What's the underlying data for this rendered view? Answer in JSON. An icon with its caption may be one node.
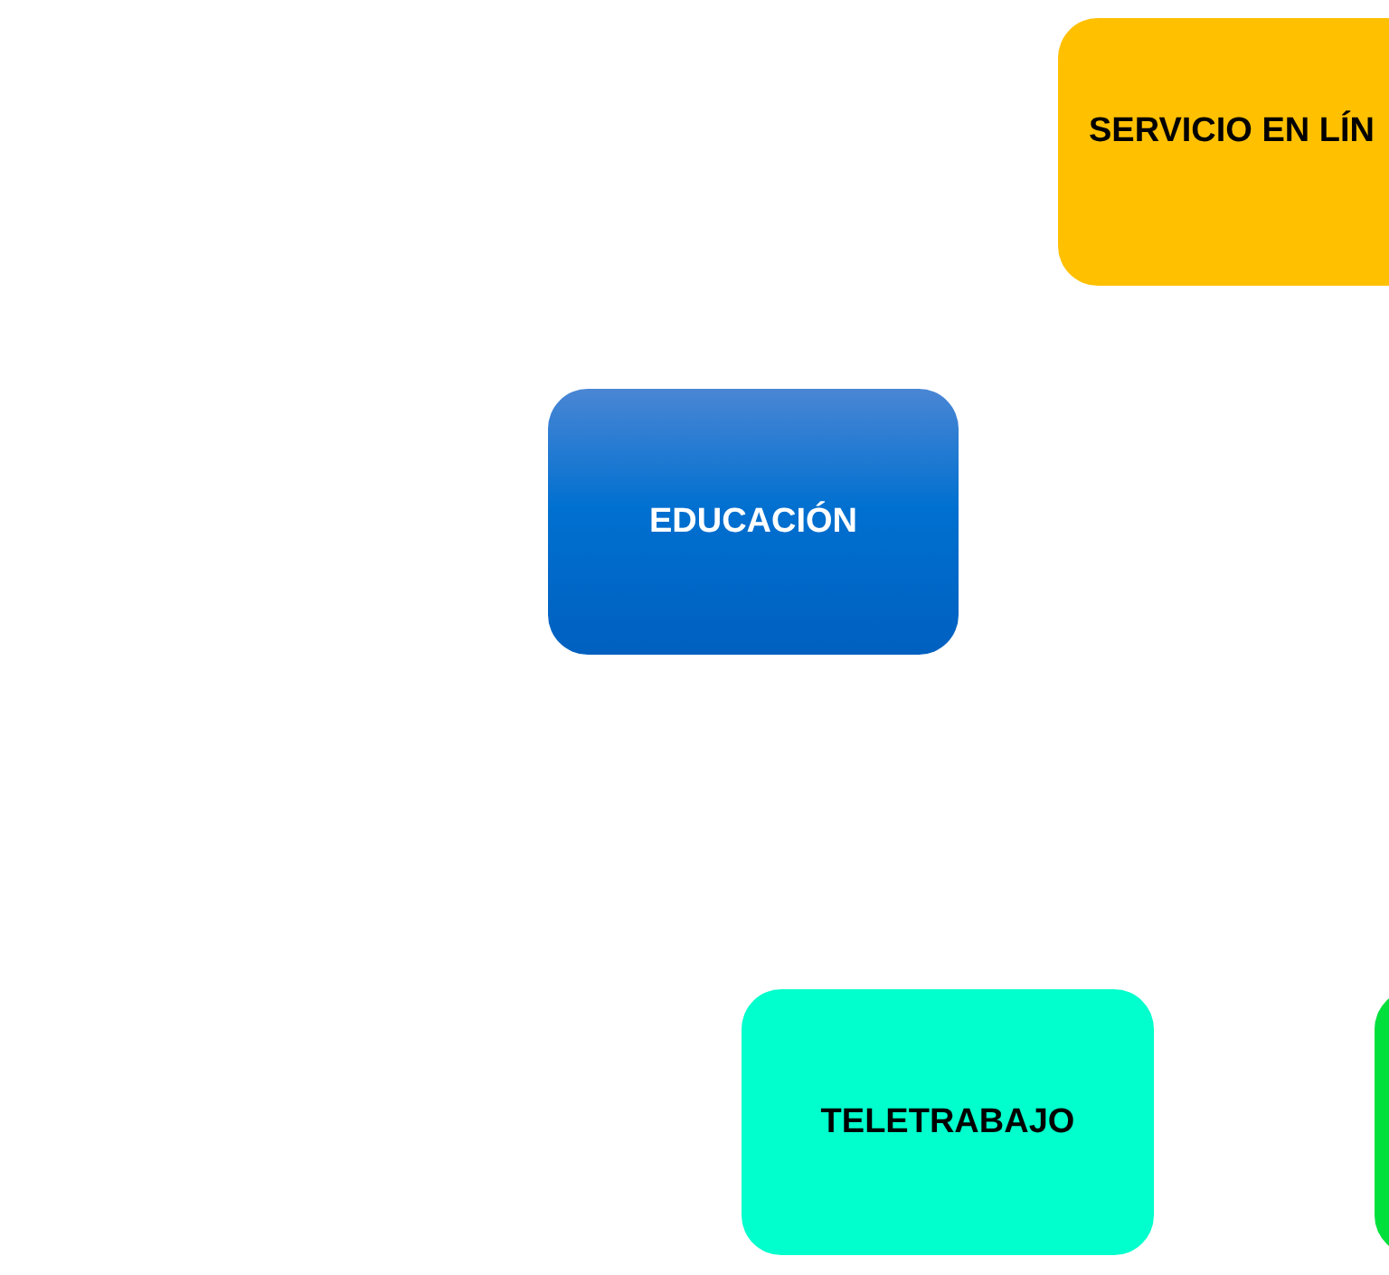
{
  "diagram": {
    "nodes": [
      {
        "text": [
          "SERVICIO EN LÍN"
        ]
      },
      {
        "text": [
          "EDUCACIÓN"
        ]
      },
      {
        "text": [
          "TELETRABAJO"
        ]
      },
      {
        "text": [],
        "shape": "box"
      }
    ]
  }
}
